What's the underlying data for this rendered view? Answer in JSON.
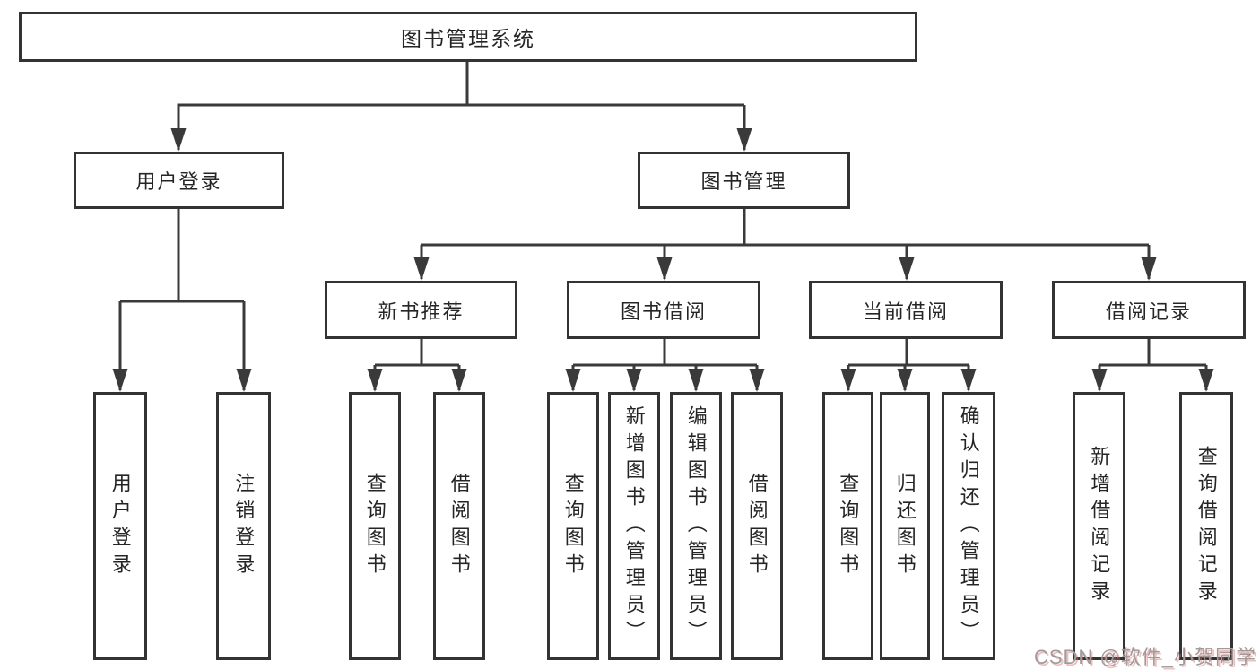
{
  "tree": {
    "label": "图书管理系统",
    "children": [
      {
        "label": "用户登录",
        "children": [
          {
            "label": "用户登录"
          },
          {
            "label": "注销登录"
          }
        ]
      },
      {
        "label": "图书管理",
        "children": [
          {
            "label": "新书推荐",
            "children": [
              {
                "label": "查询图书"
              },
              {
                "label": "借阅图书"
              }
            ]
          },
          {
            "label": "图书借阅",
            "children": [
              {
                "label": "查询图书"
              },
              {
                "label": "新增图书（管理员）"
              },
              {
                "label": "编辑图书（管理员）"
              },
              {
                "label": "借阅图书"
              }
            ]
          },
          {
            "label": "当前借阅",
            "children": [
              {
                "label": "查询图书"
              },
              {
                "label": "归还图书"
              },
              {
                "label": "确认归还（管理员）"
              }
            ]
          },
          {
            "label": "借阅记录",
            "children": [
              {
                "label": "新增借阅记录"
              },
              {
                "label": "查询借阅记录"
              }
            ]
          }
        ]
      }
    ]
  },
  "watermark": {
    "text": "CSDN @软件_小贺同学"
  },
  "colors": {
    "line": "#3a3a3a",
    "box_border": "#333333",
    "text": "#252525",
    "watermark_gray": "#9c9c9c",
    "watermark_accent": "#e06b6b"
  }
}
